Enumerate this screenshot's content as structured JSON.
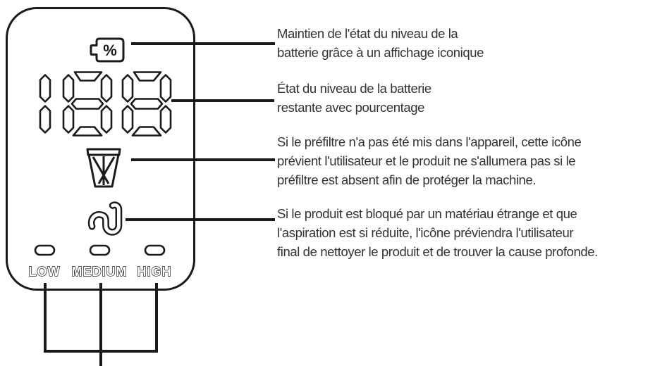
{
  "colors": {
    "ink": "#1a1a1a",
    "background": "#ffffff"
  },
  "panel": {
    "battery_icon_symbol": "%",
    "display_value": "188",
    "modes": [
      {
        "label": "LOW"
      },
      {
        "label": "MEDIUM"
      },
      {
        "label": "HIGH"
      }
    ]
  },
  "annotations": [
    {
      "lines": [
        "Maintien de l'état du niveau de la",
        "batterie grâce à un affichage iconique"
      ]
    },
    {
      "lines": [
        "État du niveau de la batterie",
        "restante avec pourcentage"
      ]
    },
    {
      "lines": [
        "Si le préfiltre n'a pas été mis dans l'appareil, cette icône",
        "prévient l'utilisateur et le produit ne s'allumera pas si le",
        "préfiltre est absent afin de protéger la machine."
      ]
    },
    {
      "lines": [
        "Si le produit est bloqué par un matériau étrange et que",
        "l'aspiration est si réduite, l'icône préviendra l'utilisateur",
        "final de nettoyer le produit et de trouver la cause profonde."
      ]
    }
  ]
}
